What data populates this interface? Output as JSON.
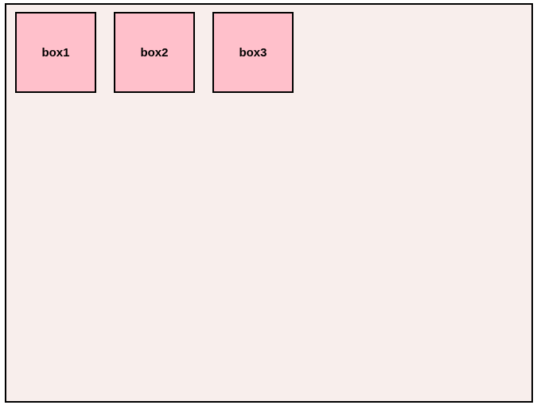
{
  "boxes": [
    {
      "label": "box1"
    },
    {
      "label": "box2"
    },
    {
      "label": "box3"
    }
  ],
  "colors": {
    "box_fill": "#FFC0CB",
    "container_bg": "#F8EEEC",
    "border": "#000000",
    "text": "#000000",
    "page_bg": "#FFFFFF"
  }
}
